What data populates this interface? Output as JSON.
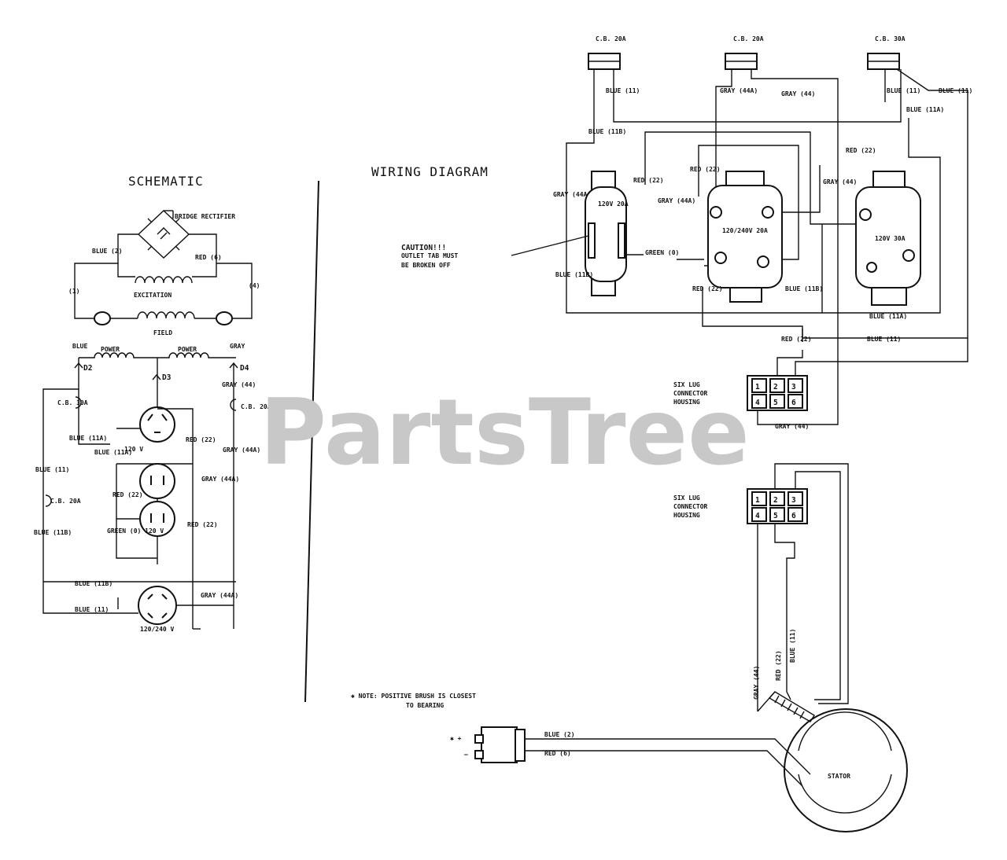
{
  "watermark": "PartsTree",
  "schematic": {
    "title": "SCHEMATIC",
    "bridge_rectifier": "BRIDGE RECTIFIER",
    "blue_2": "BLUE (2)",
    "red_6": "RED (6)",
    "lead_1": "(1)",
    "lead_4": "(4)",
    "excitation": "EXCITATION",
    "field": "FIELD",
    "blue_top": "BLUE",
    "power_1": "POWER",
    "power_2": "POWER",
    "gray_top": "GRAY",
    "d2": "D2",
    "d3": "D3",
    "d4": "D4",
    "cb_30a": "C.B. 30A",
    "blue_11a": "BLUE (11A)",
    "blue_11a_b": "BLUE (11A)",
    "v120": "120 V",
    "red_22": "RED (22)",
    "gray_44": "GRAY (44)",
    "cb_right": "C.B. 20A",
    "gray_44a": "GRAY (44A)",
    "blue_11": "BLUE (11)",
    "cb_20a": "C.B. 20A",
    "gray_44a_2": "GRAY (44A)",
    "red_22_b": "RED (22)",
    "green_0": "GREEN (0) 120 V",
    "red_22_c": "RED (22)",
    "blue_11b": "BLUE (11B)",
    "blue_11b_b": "BLUE (11B)",
    "gray_44a_3": "GRAY (44A)",
    "blue_11_c": "BLUE (11)",
    "v120_240": "120/240 V"
  },
  "wiring": {
    "title": "WIRING DIAGRAM",
    "cb1": "C.B. 20A",
    "cb2": "C.B. 20A",
    "cb3": "C.B. 30A",
    "blue_11_a": "BLUE (11)",
    "gray_44a": "GRAY (44A)",
    "gray_44": "GRAY (44)",
    "blue_11_b": "BLUE (11)",
    "blue_11_c": "BLUE (11)",
    "blue_11a": "BLUE (11A)",
    "blue_11b": "BLUE (11B)",
    "red_22_a": "RED (22)",
    "gray_44a_b": "GRAY (44A)",
    "red_22_b": "RED (22)",
    "gray_44a_c": "GRAY (44A)",
    "red_22_c": "RED (22)",
    "gray_44_b": "GRAY (44)",
    "outlet1": "120V 20A",
    "outlet2": "120/240V 20A",
    "outlet3": "120V 30A",
    "caution1": "CAUTION!!!",
    "caution2": "OUTLET TAB MUST",
    "caution3": "BE BROKEN OFF",
    "green_0": "GREEN (0)",
    "blue_11b_b": "BLUE (11B)",
    "red_22_d": "RED (22)",
    "blue_11b_c": "BLUE (11B)",
    "blue_11a_b": "BLUE (11A)",
    "red_22_e": "RED (22)",
    "blue_11_d": "BLUE (11)",
    "six_lug_1": "SIX LUG",
    "six_lug_2": "CONNECTOR",
    "six_lug_3": "HOUSING",
    "gray_44_c": "GRAY (44)",
    "pins": [
      "1",
      "2",
      "3",
      "4",
      "5",
      "6"
    ],
    "gray_44_v": "GRAY (44)",
    "red_22_v": "RED (22)",
    "blue_11_v": "BLUE (11)",
    "stator": "STATOR",
    "note1": "✱ NOTE: POSITIVE BRUSH IS CLOSEST",
    "note2": "TO BEARING",
    "brush_plus": "✱ +",
    "brush_minus": "–",
    "blue_2": "BLUE (2)",
    "red_6": "RED (6)"
  }
}
